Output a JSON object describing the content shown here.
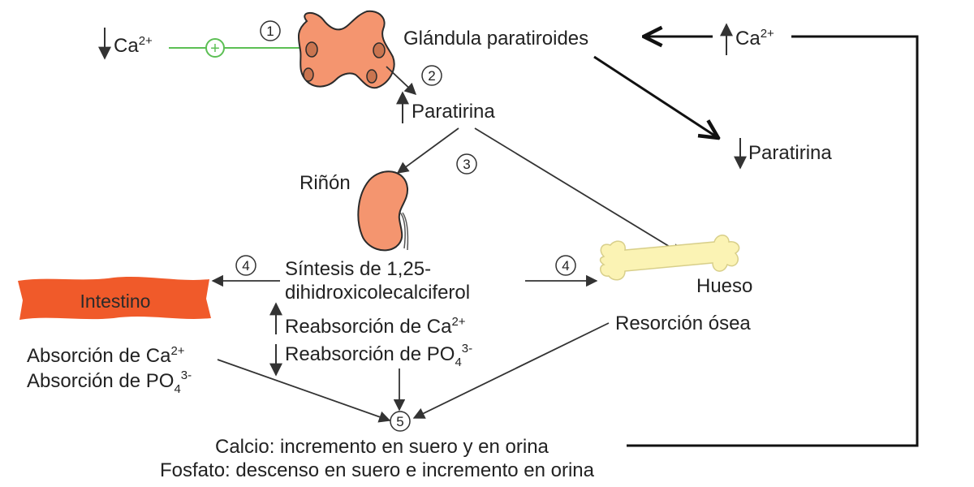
{
  "steps": {
    "s1": "1",
    "s2": "2",
    "s3": "3",
    "s4": "4",
    "s5": "5"
  },
  "low_calcium": {
    "base": "Ca",
    "sup": "2+"
  },
  "plus_sign": "+",
  "parathyroid": {
    "label": "Glándula paratiroides"
  },
  "high_calcium": {
    "base": "Ca",
    "sup": "2+"
  },
  "pth_up": "Paratirina",
  "pth_down": "Paratirina",
  "kidney": "Riñón",
  "synthesis": {
    "line1": "Síntesis de 1,25-",
    "line2": "dihidroxicolecalciferol"
  },
  "reabsorption": {
    "ca_base": "Reabsorción de Ca",
    "ca_sup": "2+",
    "po_base": "Reabsorción de PO",
    "po_sub": "4",
    "po_sup": "3-"
  },
  "intestine": {
    "label": "Intestino",
    "abs_ca_base": "Absorción de Ca",
    "abs_ca_sup": "2+",
    "abs_po_base": "Absorción de PO",
    "abs_po_sub": "4",
    "abs_po_sup": "3-"
  },
  "bone": {
    "label": "Hueso",
    "resorption": "Resorción ósea"
  },
  "outcome": {
    "calcium": "Calcio: incremento en suero y en orina",
    "phosphate": "Fosfato: descenso en suero e incremento en orina"
  },
  "colors": {
    "organ_fill": "#f4956f",
    "organ_stroke": "#2b2b2b",
    "intestine_fill": "#f05a2a",
    "bone_fill": "#fbf3b4",
    "positive_green": "#5cbf54",
    "arrow": "#333333"
  },
  "icons": {
    "parathyroid": "parathyroid-gland-icon",
    "kidney": "kidney-icon",
    "intestine": "intestine-icon",
    "bone": "bone-icon"
  }
}
